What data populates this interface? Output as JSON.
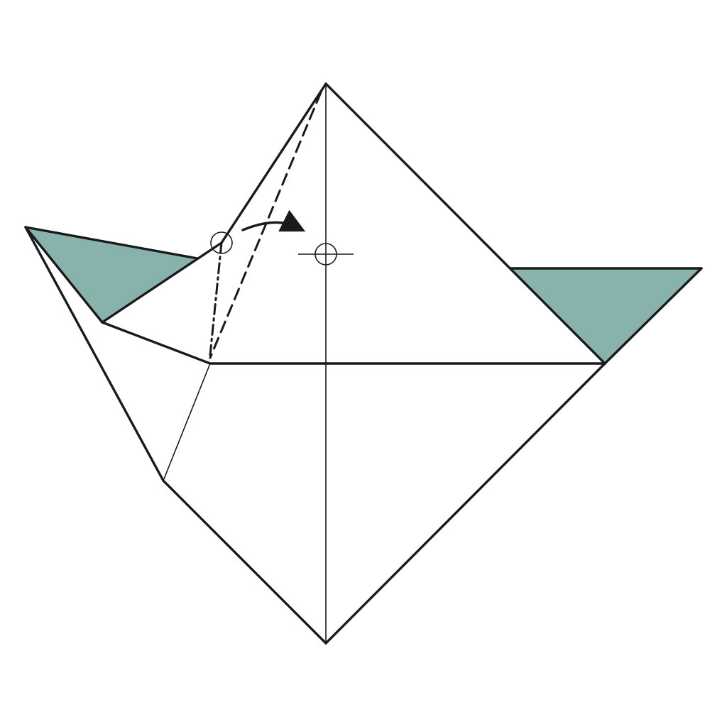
{
  "diagram": {
    "kind": "origami-fold-step",
    "colors": {
      "paper": "#ffffff",
      "paper_reverse": "#88b3ad",
      "line": "#1a1a1a"
    },
    "symbols": [
      "mountain-fold-line",
      "valley-fold-line",
      "fold-direction-arrow",
      "source-point-circle",
      "target-point-crosshair"
    ]
  }
}
